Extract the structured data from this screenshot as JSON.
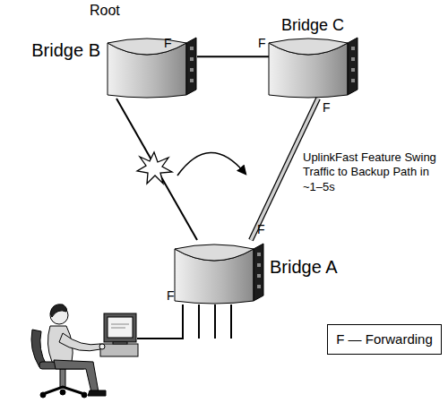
{
  "diagram": {
    "nodes": [
      {
        "text": [
          "Root",
          "Bridge B"
        ]
      },
      {
        "text": [
          "Bridge C"
        ]
      },
      {
        "text": [
          "Bridge A"
        ]
      },
      {
        "text": [
          "F — Forwarding"
        ]
      }
    ],
    "edges": [
      {
        "from": 0,
        "to": 1,
        "arrow": "none"
      },
      {
        "from": 0,
        "to": 2,
        "arrow": "none"
      },
      {
        "from": 1,
        "to": 2,
        "arrow": "none"
      }
    ],
    "labels": [
      "F",
      "F",
      "F",
      "F",
      "F",
      "UplinkFast Feature Swing Traffic to Backup Path in ~1–5s"
    ]
  }
}
